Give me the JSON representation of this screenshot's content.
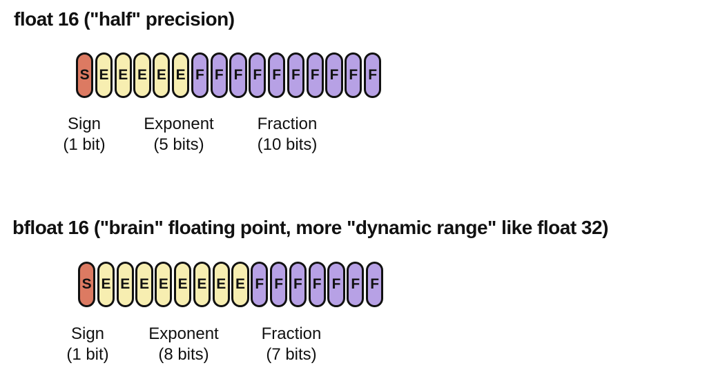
{
  "colors": {
    "sign": "#DC7A62",
    "exponent": "#F7EEB1",
    "fraction": "#B7A1E5",
    "outline": "#111111",
    "text": "#111111",
    "background": "#FFFFFF"
  },
  "diagrams": [
    {
      "title": "float 16 (\"half\" precision)",
      "fields": [
        {
          "letter": "S",
          "field": "sign",
          "count": 1
        },
        {
          "letter": "E",
          "field": "exponent",
          "count": 5
        },
        {
          "letter": "F",
          "field": "fraction",
          "count": 10
        }
      ],
      "labels": [
        {
          "name": "Sign",
          "detail": "(1 bit)"
        },
        {
          "name": "Exponent",
          "detail": "(5 bits)"
        },
        {
          "name": "Fraction",
          "detail": "(10 bits)"
        }
      ]
    },
    {
      "title": "bfloat 16 (\"brain\" floating point, more \"dynamic range\" like float 32)",
      "fields": [
        {
          "letter": "S",
          "field": "sign",
          "count": 1
        },
        {
          "letter": "E",
          "field": "exponent",
          "count": 8
        },
        {
          "letter": "F",
          "field": "fraction",
          "count": 7
        }
      ],
      "labels": [
        {
          "name": "Sign",
          "detail": "(1 bit)"
        },
        {
          "name": "Exponent",
          "detail": "(8 bits)"
        },
        {
          "name": "Fraction",
          "detail": "(7 bits)"
        }
      ]
    }
  ]
}
